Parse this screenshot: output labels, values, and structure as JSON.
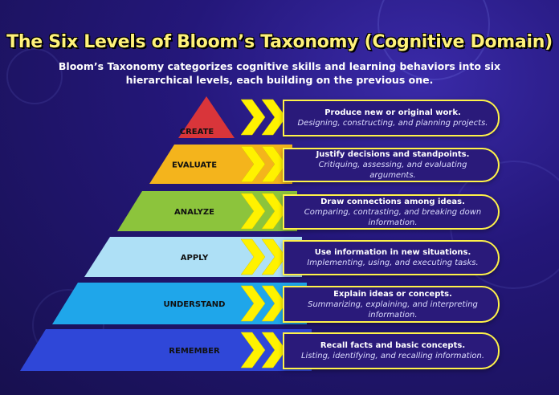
{
  "title": "The Six Levels of Bloom’s Taxonomy (Cognitive Domain)",
  "subtitle": "Bloom’s Taxonomy categorizes cognitive skills and learning behaviors into six hierarchical levels, each building on the previous one.",
  "colors": {
    "title": "#fff27a",
    "chevron": "#fff200",
    "box_border": "#fff24a"
  },
  "levels": [
    {
      "name": "CREATE",
      "color": "#d9353a",
      "head": "Produce new or original work.",
      "desc": "Designing, constructing, and planning projects."
    },
    {
      "name": "EVALUATE",
      "color": "#f4b41c",
      "head": "Justify decisions and standpoints.",
      "desc": "Critiquing, assessing, and evaluating arguments."
    },
    {
      "name": "ANALYZE",
      "color": "#8cc43c",
      "head": "Draw connections among ideas.",
      "desc": "Comparing, contrasting, and breaking down information."
    },
    {
      "name": "APPLY",
      "color": "#aee0f6",
      "head": "Use information in new situations.",
      "desc": "Implementing, using, and executing tasks."
    },
    {
      "name": "UNDERSTAND",
      "color": "#1fa6ea",
      "head": "Explain ideas or concepts.",
      "desc": "Summarizing, explaining, and interpreting information."
    },
    {
      "name": "REMEMBER",
      "color": "#2f47d8",
      "head": "Recall facts and basic concepts.",
      "desc": "Listing, identifying, and recalling information."
    }
  ]
}
